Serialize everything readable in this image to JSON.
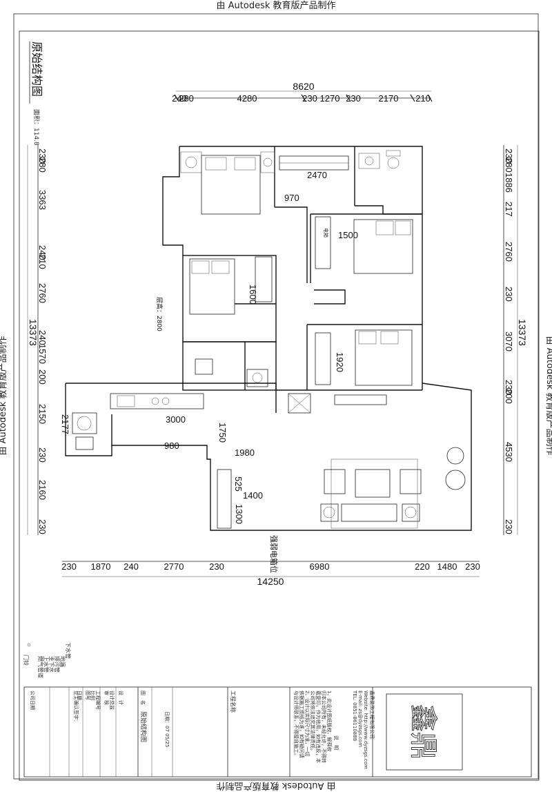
{
  "header": {
    "top": "由 Autodesk 教育版产品制作",
    "bottom": "由 Autodesk 教育版产品制作",
    "left": "由 Autodesk 教育版产品制作",
    "right": "由 Autodesk 教育版产品制作"
  },
  "title": {
    "main": "原始结构图",
    "area": "面积：114.8"
  },
  "dims": {
    "top_total": "8620",
    "top": [
      "240",
      "280",
      "4280",
      "230",
      "1270",
      "230",
      "2170",
      "210"
    ],
    "bottom_total": "14250",
    "bottom": [
      "230",
      "1870",
      "240",
      "2770",
      "230",
      "6980",
      "220",
      "1480",
      "230"
    ],
    "left_total": "13373",
    "left": [
      "230",
      "280",
      "3363",
      "240",
      "210",
      "2760",
      "240",
      "1570",
      "200",
      "2150",
      "230",
      "2160",
      "230"
    ],
    "right_total": "13373",
    "right": [
      "230",
      "280",
      "1886",
      "217",
      "2760",
      "230",
      "3070",
      "230",
      "200",
      "4530",
      "230"
    ]
  },
  "interior": {
    "d2470": "2470",
    "d970": "970",
    "d1500": "1500",
    "d1600": "1600",
    "d1920": "1920",
    "d3000": "3000",
    "d1750": "1750",
    "d1980": "1980",
    "d980": "980",
    "d2177": "2177",
    "d525": "525",
    "d1400": "1400",
    "d1300": "1300",
    "ceiling": "层高：2800",
    "meter_label": "强弱电箱位",
    "meter_label_abbr": "电箱"
  },
  "legend": {
    "items": [
      "门铃",
      "下水管",
      "地漏",
      "排污管",
      "主下水",
      "上水管",
      "燃气管道"
    ]
  },
  "titleblock": {
    "drawing_name_label": "图　名",
    "drawing_name": "原始结构图",
    "drawing_no": "日期：07 05/25",
    "designer": "设　计",
    "design_dir": "设计总监",
    "checker": "审　核",
    "project_no": "工程编号",
    "scale": "比例",
    "sheet_no": "图号",
    "date": "日期",
    "confirm": "业主确认签字：",
    "company_date": "公司日期",
    "project_name": "工程名称",
    "notes_heading": "说　明",
    "notes": [
      "1、此设计图纸版权、解释权",
      "归本公司所有，未经允许，不得转",
      "载复印，作为他用，如有违反，本",
      "公司将依法追究其法律责任。",
      "2、设计以实际尺寸为准，一切",
      "依据施工图纸为准，如有疑问请",
      "与设计师联系，不得擅自施工。"
    ],
    "company_name": "鑫鼎装饰工程有限公司",
    "website": "Website: http://www.dyzsgs.com",
    "email": "E-mail: zs@dyzsgs.com",
    "tel": "TEL: 0851-86110888",
    "logo": "鑫鼎"
  }
}
